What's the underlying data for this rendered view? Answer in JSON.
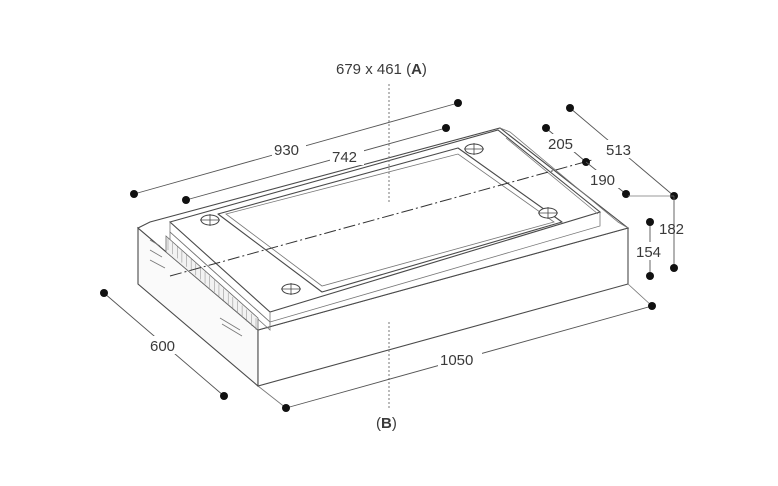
{
  "labels": {
    "cutout": "679 x 461",
    "cutout_ref": "A",
    "bottom_ref": "B",
    "width_outer": "930",
    "width_inner": "742",
    "depth_total": "513",
    "offset_205": "205",
    "offset_190": "190",
    "height_182": "182",
    "height_154": "154",
    "depth_600": "600",
    "length_1050": "1050"
  }
}
